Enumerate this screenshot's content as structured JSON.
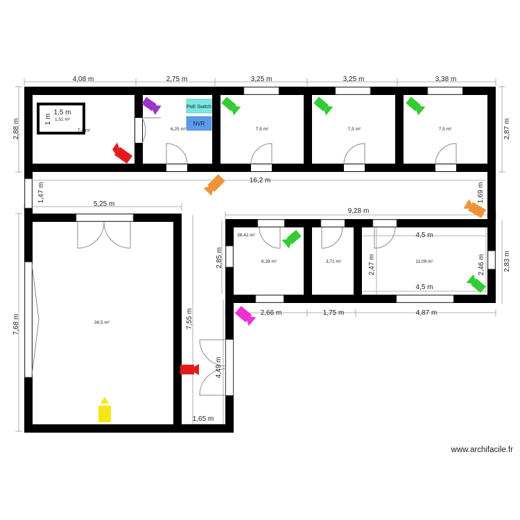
{
  "dimensions": {
    "top": [
      "4,08 m",
      "2,75 m",
      "3,25 m",
      "3,25 m",
      "3,38 m"
    ],
    "left_top": "2,88 m",
    "right_top": "2,87 m",
    "corridor": "16,2 m",
    "left_corridor": "1,47 m",
    "right_corridor": "1,69 m",
    "big_room_width": "5,25 m",
    "east_wing_width": "9,28 m",
    "big_room_height": "7,68 m",
    "big_room_inner_height": "7,55 m",
    "entry_height": "4,49 m",
    "entry_width": "1,65 m",
    "east_wing_height": "2,85 m",
    "mid_height": "2,47 m",
    "small_right_height": "2,46 m",
    "outer_right_height": "2,83 m",
    "room_right_inner_top": "4,5 m",
    "room_right_inner_bottom": "4,5 m",
    "bottom_1": "2,66 m",
    "bottom_2": "1,75 m",
    "bottom_3": "4,87 m",
    "small_box_w": "1,5 m",
    "small_box_h": "1 m"
  },
  "areas": {
    "box": "1,51 m²",
    "room1": "7,4 m²",
    "room2": "6,25 m²",
    "room3": "7,5 m²",
    "room4": "7,5 m²",
    "room5": "7,5 m²",
    "room_e1": "38,42 m²",
    "room_e1_inner": "6,28 m²",
    "room_e2": "3,71 m²",
    "room_e3": "11,09 m²",
    "big_room": "36,5 m²"
  },
  "equipment": {
    "poe_switch": "PoE Switch",
    "nvr": "NVR"
  },
  "watermark": "www.archifacile.fr",
  "colors": {
    "camera_green": "#33cc33",
    "camera_orange": "#f0923a",
    "camera_red": "#e31b1b",
    "camera_magenta": "#ee2fd1",
    "camera_purple": "#9b34c8",
    "camera_yellow": "#f5e617",
    "poe_switch": "#79e8e0",
    "nvr": "#5a9bef"
  }
}
